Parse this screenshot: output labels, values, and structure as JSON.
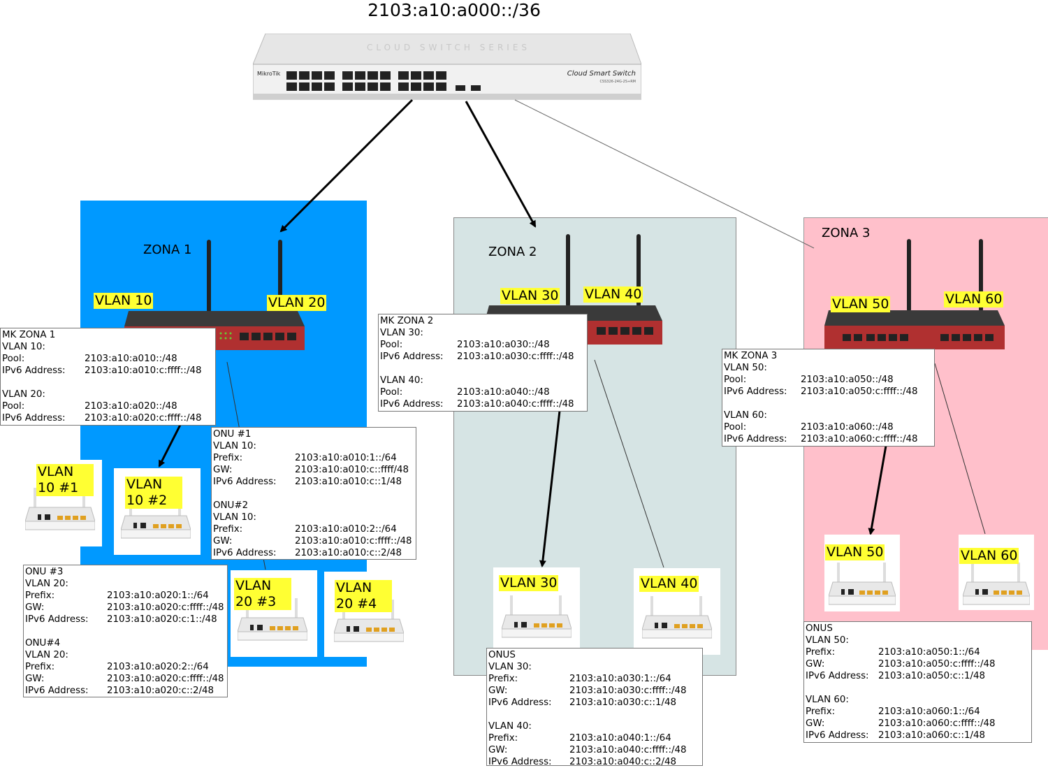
{
  "title": "2103:a10:a000::/36",
  "switch": {
    "brand": "MikroTik",
    "name": "Cloud Smart Switch",
    "model": "CSS326-24G-2S+RM",
    "series_text": "CLOUD SWITCH SERIES"
  },
  "zones": [
    {
      "label": "ZONA 1",
      "color": "#0099ff"
    },
    {
      "label": "ZONA 2",
      "color": "#d6e4e4"
    },
    {
      "label": "ZONA 3",
      "color": "#ffc0cb"
    }
  ],
  "vlan_tags": {
    "z1_v10": "VLAN 10",
    "z1_v20": "VLAN 20",
    "z2_v30": "VLAN 30",
    "z2_v40": "VLAN 40",
    "z3_v50": "VLAN 50",
    "z3_v60": "VLAN 60",
    "onu1": "VLAN 10 #1",
    "onu2": "VLAN 10 #2",
    "onu3": "VLAN 20 #3",
    "onu4": "VLAN 20 #4",
    "onu30": "VLAN 30",
    "onu40": "VLAN 40",
    "onu50": "VLAN 50",
    "onu60": "VLAN 60"
  },
  "boxes": {
    "mk1": {
      "title": "MK ZONA 1",
      "rows": [
        [
          "VLAN 10:",
          ""
        ],
        [
          "Pool:",
          "2103:a10:a010::/48"
        ],
        [
          "IPv6 Address:",
          "2103:a10:a010:c:ffff::/48"
        ],
        [
          "",
          ""
        ],
        [
          "VLAN 20:",
          ""
        ],
        [
          "Pool:",
          "2103:a10:a020::/48"
        ],
        [
          "IPv6 Address:",
          "2103:a10:a020:c:ffff::/48"
        ]
      ]
    },
    "onu12": {
      "title": "ONU #1",
      "rows": [
        [
          "VLAN 10:",
          ""
        ],
        [
          "Prefix:",
          "2103:a10:a010:1::/64"
        ],
        [
          "GW:",
          "2103:a10:a010:c::ffff/48"
        ],
        [
          "IPv6 Address:",
          "2103:a10:a010:c::1/48"
        ],
        [
          "",
          ""
        ],
        [
          "ONU#2",
          ""
        ],
        [
          "VLAN 10:",
          ""
        ],
        [
          "Prefix:",
          "2103:a10:a010:2::/64"
        ],
        [
          "GW:",
          "2103:a10:a010:c:ffff::/48"
        ],
        [
          "IPv6 Address:",
          "2103:a10:a010:c::2/48"
        ]
      ]
    },
    "onu34": {
      "title": "ONU #3",
      "rows": [
        [
          "VLAN 20:",
          ""
        ],
        [
          "Prefix:",
          "2103:a10:a020:1::/64"
        ],
        [
          "GW:",
          "2103:a10:a020:c:ffff::/48"
        ],
        [
          "IPv6 Address:",
          "2103:a10:a020:c:1::/48"
        ],
        [
          "",
          ""
        ],
        [
          "ONU#4",
          ""
        ],
        [
          "VLAN 20:",
          ""
        ],
        [
          "Prefix:",
          "2103:a10:a020:2::/64"
        ],
        [
          "GW:",
          "2103:a10:a020:c:ffff::/48"
        ],
        [
          "IPv6 Address:",
          "2103:a10:a020:c::2/48"
        ]
      ]
    },
    "mk2": {
      "title": "MK ZONA 2",
      "rows": [
        [
          "VLAN 30:",
          ""
        ],
        [
          "Pool:",
          "2103:a10:a030::/48"
        ],
        [
          "IPv6 Address:",
          "2103:a10:a030:c:ffff::/48"
        ],
        [
          "",
          ""
        ],
        [
          "VLAN 40:",
          ""
        ],
        [
          "Pool:",
          "2103:a10:a040::/48"
        ],
        [
          "IPv6 Address:",
          "2103:a10:a040:c:ffff::/48"
        ]
      ]
    },
    "onus2": {
      "title": "ONUS",
      "rows": [
        [
          "VLAN 30:",
          ""
        ],
        [
          "Prefix:",
          "2103:a10:a030:1::/64"
        ],
        [
          "GW:",
          "2103:a10:a030:c:ffff::/48"
        ],
        [
          "IPv6 Address:",
          "2103:a10:a030:c::1/48"
        ],
        [
          "",
          ""
        ],
        [
          "VLAN 40:",
          ""
        ],
        [
          "Prefix:",
          "2103:a10:a040:1::/64"
        ],
        [
          "GW:",
          "2103:a10:a040:c:ffff::/48"
        ],
        [
          "IPv6 Address:",
          "2103:a10:a040:c::2/48"
        ]
      ]
    },
    "mk3": {
      "title": "MK ZONA 3",
      "rows": [
        [
          "VLAN 50:",
          ""
        ],
        [
          "Pool:",
          "2103:a10:a050::/48"
        ],
        [
          "IPv6 Address:",
          "2103:a10:a050:c:ffff::/48"
        ],
        [
          "",
          ""
        ],
        [
          "VLAN 60:",
          ""
        ],
        [
          "Pool:",
          "2103:a10:a060::/48"
        ],
        [
          "IPv6 Address:",
          "2103:a10:a060:c:ffff::/48"
        ]
      ]
    },
    "onus3": {
      "title": "ONUS",
      "rows": [
        [
          "VLAN 50:",
          ""
        ],
        [
          "Prefix:",
          "2103:a10:a050:1::/64"
        ],
        [
          "GW:",
          "2103:a10:a050:c:ffff::/48"
        ],
        [
          "IPv6 Address:",
          "2103:a10:a050:c::1/48"
        ],
        [
          "",
          ""
        ],
        [
          "VLAN 60:",
          ""
        ],
        [
          "Prefix:",
          "2103:a10:a060:1::/64"
        ],
        [
          "GW:",
          "2103:a10:a060:c:ffff::/48"
        ],
        [
          "IPv6 Address:",
          "2103:a10:a060:c::1/48"
        ]
      ]
    }
  }
}
